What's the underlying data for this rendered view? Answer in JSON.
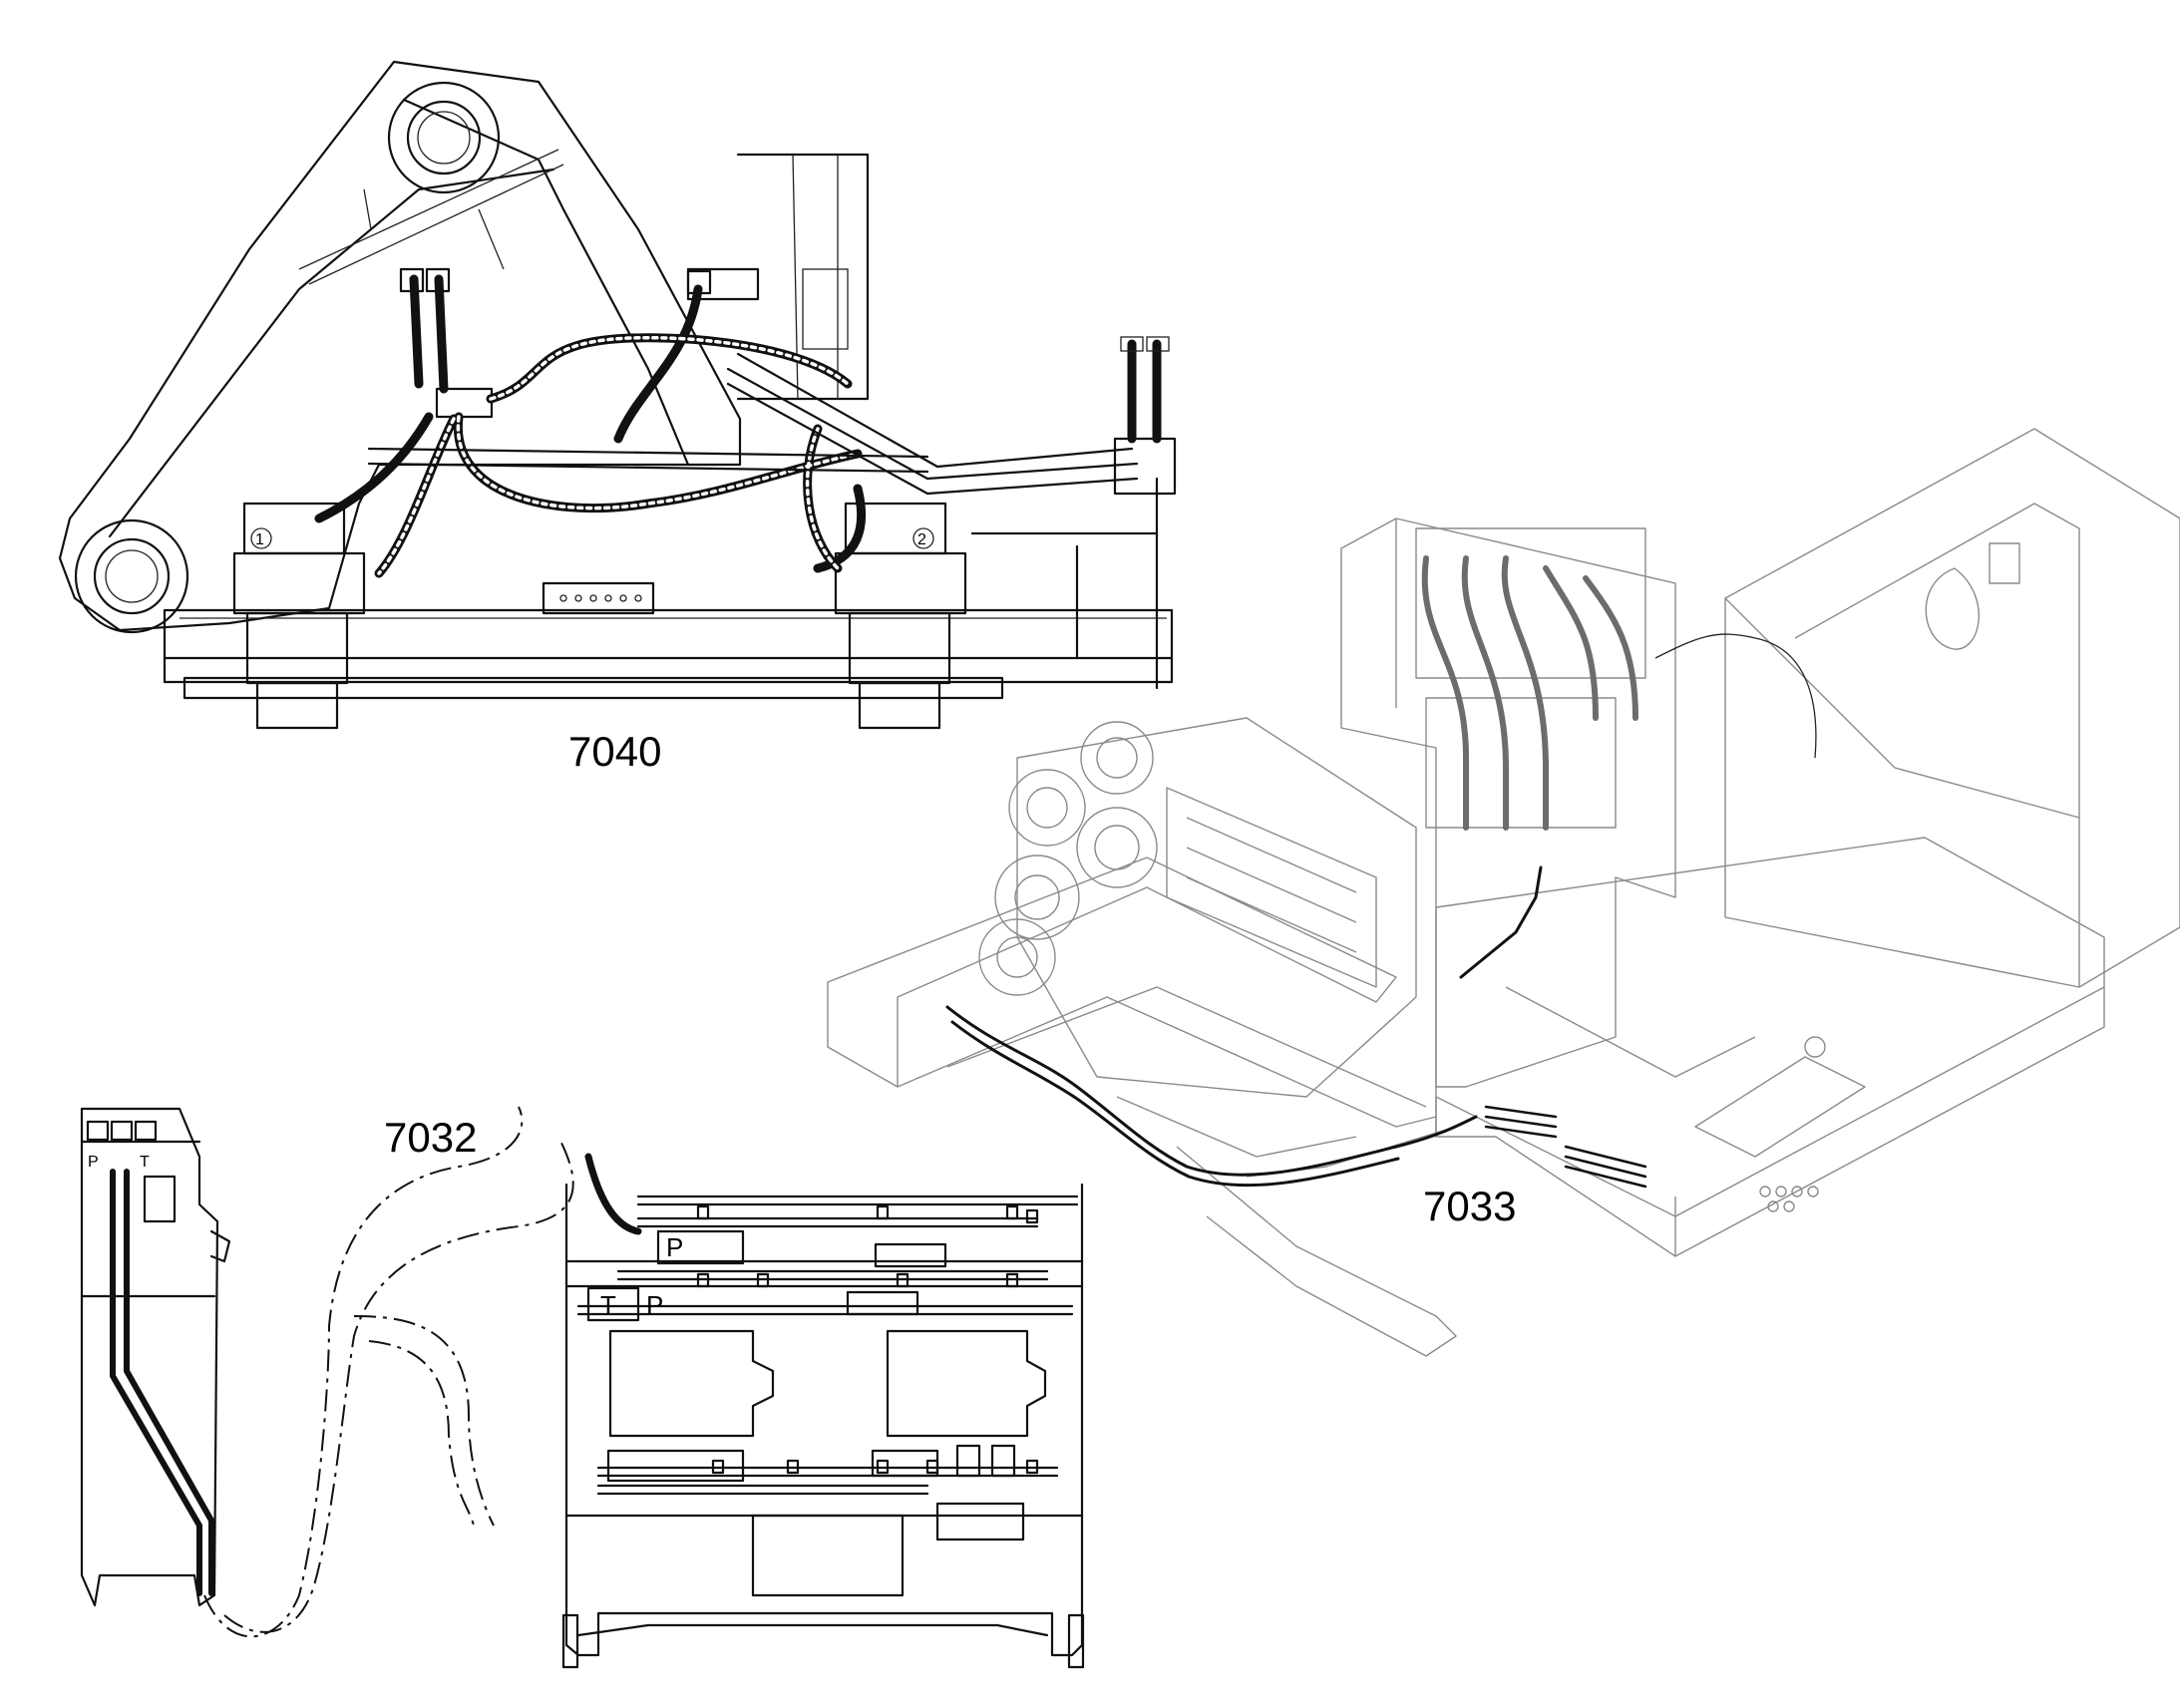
{
  "callouts": {
    "assembly_top": "7040",
    "assembly_right": "7033",
    "assembly_bottom": "7032"
  },
  "port_labels": {
    "pressure": "P",
    "tank": "T"
  },
  "colors": {
    "line": "#111111",
    "isometric_line": "#8a8a8a",
    "background": "#ffffff"
  }
}
